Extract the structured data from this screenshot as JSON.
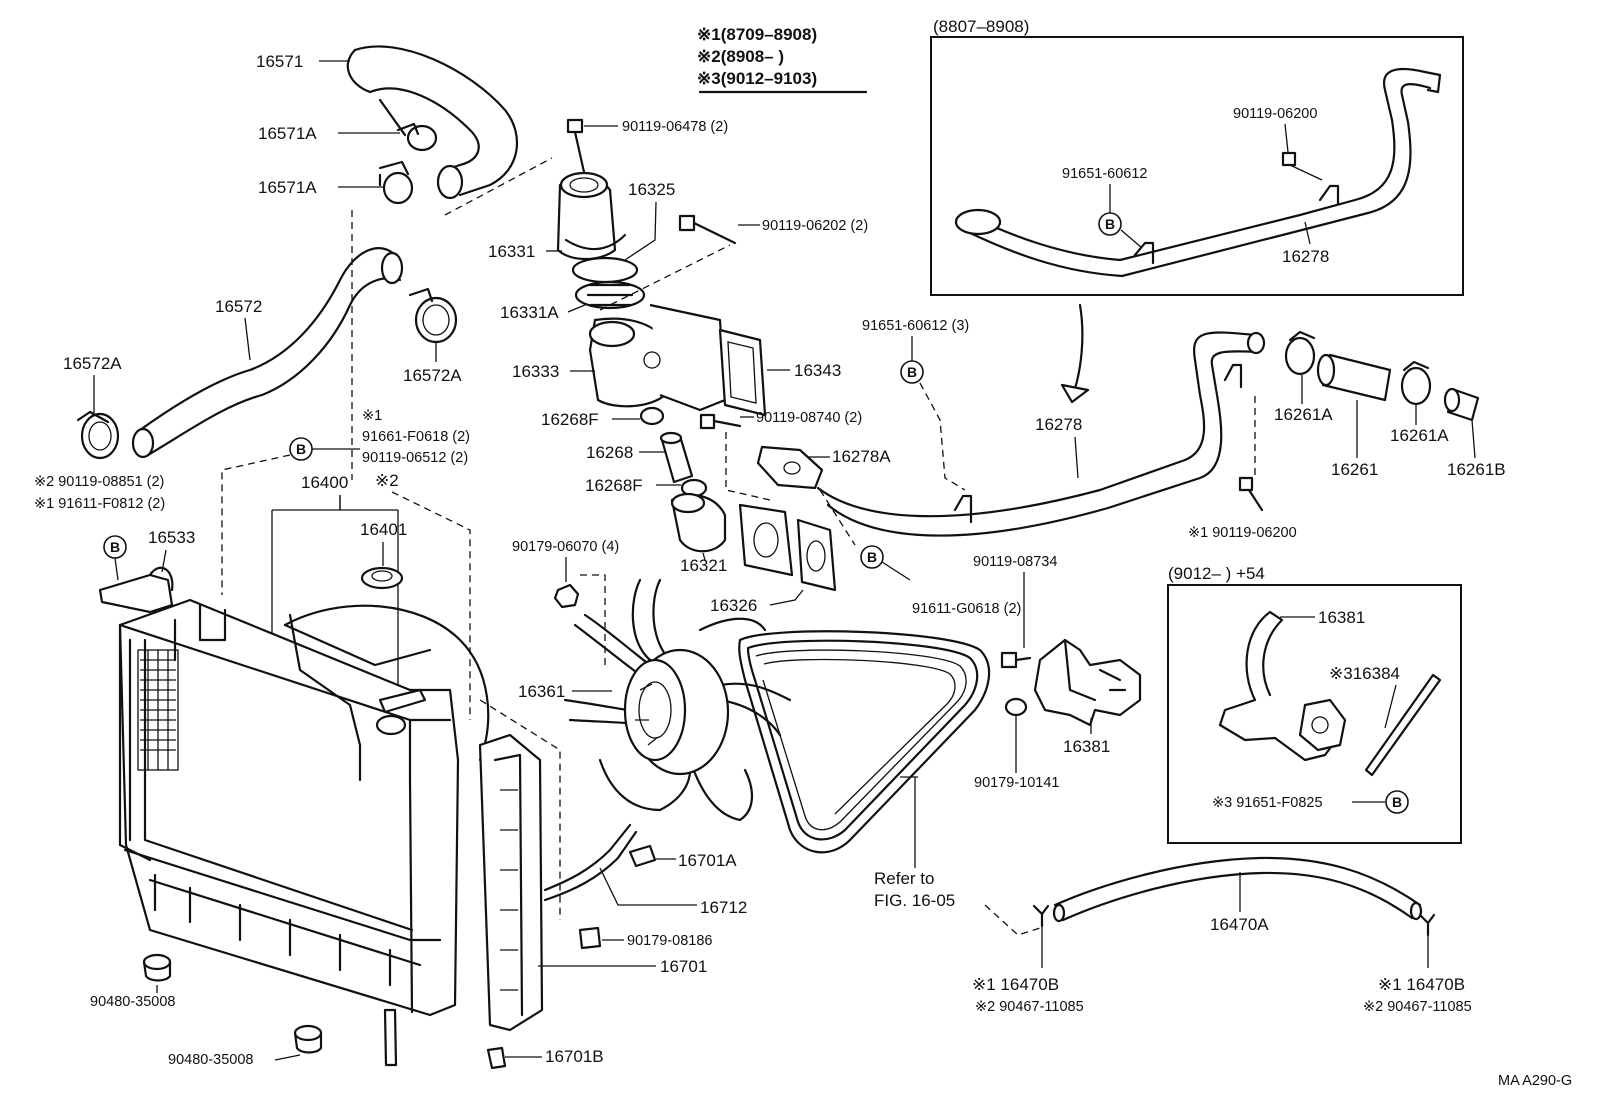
{
  "notes": {
    "n1": "※1(8709–8908)",
    "n2": "※2(8908–          )",
    "n3": "※3(9012–9103)"
  },
  "inset_top": {
    "header": "(8807–8908)",
    "labels": [
      "90119-06200",
      "91651-60612",
      "16278"
    ]
  },
  "inset_bottom": {
    "header": "(9012–          ) +54",
    "labels": [
      "16381",
      "※316384",
      "※3 91651-F0825"
    ]
  },
  "labels": {
    "p16571": "16571",
    "p16571A_1": "16571A",
    "p16571A_2": "16571A",
    "p16572": "16572",
    "p16572A_l": "16572A",
    "p16572A_r": "16572A",
    "p_x2_90119_08851": "※2 90119-08851 (2)",
    "p_x1_91611_F0812": "※1 91611-F0812 (2)",
    "p16533": "16533",
    "p16400": "16400",
    "p_x2": "※2",
    "p16401": "16401",
    "p_x1": "※1",
    "p91661_F0618": "91661-F0618 (2)",
    "p90119_06512": "90119-06512 (2)",
    "p90119_06478": "90119-06478 (2)",
    "p16325": "16325",
    "p90119_06202": "90119-06202 (2)",
    "p16331": "16331",
    "p16331A": "16331A",
    "p16333": "16333",
    "p16343": "16343",
    "p16268F_1": "16268F",
    "p90119_08740": "90119-08740 (2)",
    "p16268": "16268",
    "p16278A": "16278A",
    "p16268F_2": "16268F",
    "p16321": "16321",
    "p16326": "16326",
    "p91611_G0618": "91611-G0618 (2)",
    "p90179_06070": "90179-06070 (4)",
    "p16361": "16361",
    "p91651_60612_3": "91651-60612 (3)",
    "p16278": "16278",
    "p16261A_1": "16261A",
    "p16261": "16261",
    "p16261A_2": "16261A",
    "p16261B": "16261B",
    "p_x1_90119_06200": "※1 90119-06200",
    "p90119_08734": "90119-08734",
    "p16381": "16381",
    "p90179_10141": "90179-10141",
    "p16701A": "16701A",
    "p16712": "16712",
    "p90179_08186": "90179-08186",
    "p16701": "16701",
    "p16701B": "16701B",
    "p90480_35008_1": "90480-35008",
    "p90480_35008_2": "90480-35008",
    "refer1": "Refer to",
    "refer2": "FIG. 16-05",
    "p16470A": "16470A",
    "p_x1_16470B_l": "※1 16470B",
    "p_x2_90467_l": "※2 90467-11085",
    "p_x1_16470B_r": "※1 16470B",
    "p_x2_90467_r": "※2 90467-11085",
    "b_marker": "B"
  },
  "code": "MA  A290-G"
}
